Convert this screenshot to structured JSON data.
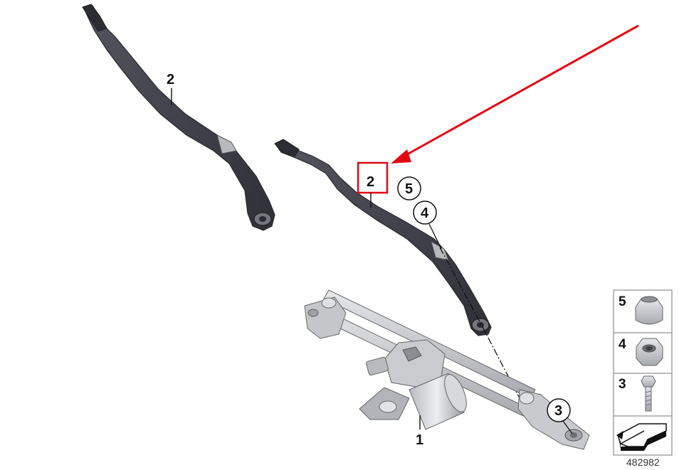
{
  "callouts": {
    "arm_left": "2",
    "arm_right": "2",
    "cap": "5",
    "nut": "4",
    "bolt": "3",
    "linkage": "1"
  },
  "legend": {
    "items": [
      {
        "number": "5",
        "icon": "cap-icon"
      },
      {
        "number": "4",
        "icon": "hex-nut-icon"
      },
      {
        "number": "3",
        "icon": "bolt-icon"
      }
    ],
    "orientation_icon": "orientation-arrow-icon"
  },
  "doc_id": "482982",
  "colors": {
    "highlight": "#e30613",
    "arm_dark": "#3f3f47",
    "arm_mid": "#676772",
    "metal": "#c9cbcf",
    "line": "#111111"
  }
}
